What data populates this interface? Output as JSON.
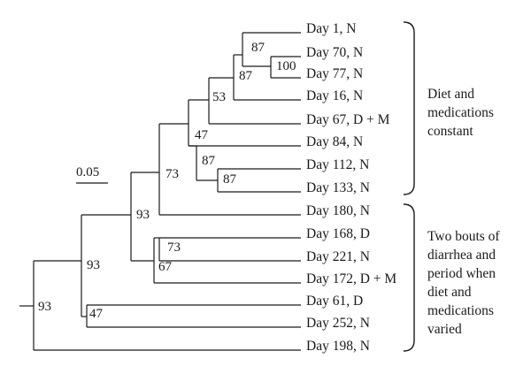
{
  "scale_bar": {
    "label": "0.05"
  },
  "leaves": [
    {
      "id": "L1",
      "label": "Day 1, N"
    },
    {
      "id": "L2",
      "label": "Day 70, N"
    },
    {
      "id": "L3",
      "label": "Day 77, N"
    },
    {
      "id": "L4",
      "label": "Day 16, N"
    },
    {
      "id": "L5",
      "label": "Day 67, D + M"
    },
    {
      "id": "L6",
      "label": "Day 84, N"
    },
    {
      "id": "L7",
      "label": "Day 112, N"
    },
    {
      "id": "L8",
      "label": "Day 133, N"
    },
    {
      "id": "L9",
      "label": "Day 180, N"
    },
    {
      "id": "L10",
      "label": "Day 168, D"
    },
    {
      "id": "L11",
      "label": "Day 221, N"
    },
    {
      "id": "L12",
      "label": "Day 172, D + M"
    },
    {
      "id": "L13",
      "label": "Day 61, D"
    },
    {
      "id": "L14",
      "label": "Day 252, N"
    },
    {
      "id": "L15",
      "label": "Day 198, N"
    }
  ],
  "support_values": {
    "n100": "100",
    "n87a": "87",
    "n87b": "87",
    "n53": "53",
    "n87c": "87",
    "n87d": "87",
    "n47a": "47",
    "n73a": "73",
    "n73b": "73",
    "n67": "67",
    "n93a": "93",
    "n47b": "47",
    "n93b": "93",
    "n93c": "93"
  },
  "groups": [
    {
      "id": "group-constant",
      "lines": [
        "Diet and",
        "medications",
        "constant"
      ]
    },
    {
      "id": "group-varied",
      "lines": [
        "Two bouts of",
        "diarrhea and",
        "period when",
        "diet and",
        "medications",
        "varied"
      ]
    }
  ]
}
